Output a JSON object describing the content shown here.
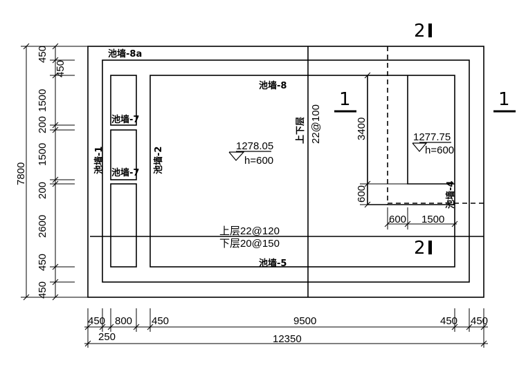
{
  "labels": {
    "wall_8a": "池墙-8a",
    "wall_8": "池墙-8",
    "wall_7_top": "池墙-7",
    "wall_7_mid": "池墙-7",
    "wall_1": "池墙-1",
    "wall_2": "池墙-2",
    "wall_5": "池墙-5",
    "wall_4": "池墙-4",
    "rebar_vertical_layer": "上下层",
    "rebar_vertical_spec": "22@100",
    "rebar_top": "上层22@120",
    "rebar_bottom": "下层20@150"
  },
  "elevations": {
    "main": {
      "value": "1278.05",
      "depth": "h=600"
    },
    "pit": {
      "value": "1277.75",
      "depth": "h=600"
    }
  },
  "sections": {
    "s1_left": "1",
    "s1_right": "1",
    "s2_top": "2",
    "s2_bottom": "2"
  },
  "left_dims": {
    "total": "7800",
    "segments": [
      "450",
      "450",
      "1500",
      "200",
      "1500",
      "200",
      "2600",
      "450",
      "450"
    ]
  },
  "pit_dims": {
    "height": "3400",
    "offset": "600",
    "h_offset": "600",
    "width": "1500"
  },
  "bottom_dims": {
    "segments": [
      "450",
      "800",
      "450",
      "9500",
      "450",
      "450"
    ],
    "small": "250",
    "total": "12350"
  }
}
